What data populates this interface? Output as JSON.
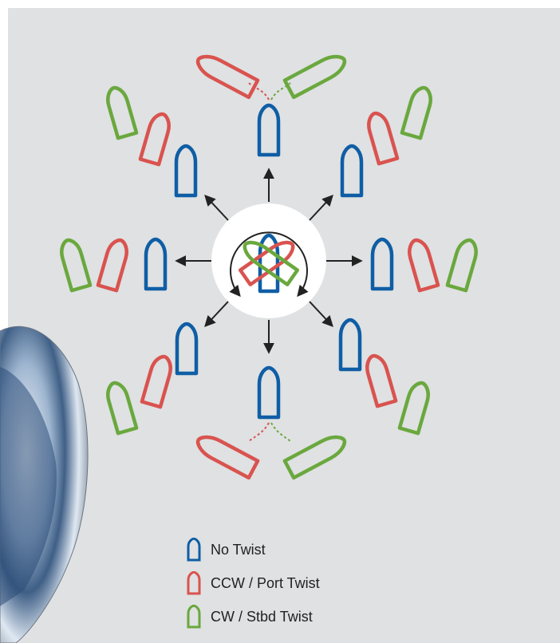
{
  "colors": {
    "no_twist": "#0f5ea5",
    "ccw_port_twist": "#d9534f",
    "cw_stbd_twist": "#6aa83e",
    "arrow": "#222222",
    "panel": "#dfe1e2"
  },
  "legend": {
    "items": [
      {
        "label": "No Twist",
        "color_key": "no_twist"
      },
      {
        "label": "CCW / Port Twist",
        "color_key": "ccw_port_twist"
      },
      {
        "label": "CW / Stbd Twist",
        "color_key": "cw_stbd_twist"
      }
    ]
  },
  "icons": {
    "boat": "boat-outline-icon",
    "arrow": "direction-arrow-icon",
    "rotation": "rotation-arrows-icon",
    "propeller": "decorative-propeller-image"
  }
}
